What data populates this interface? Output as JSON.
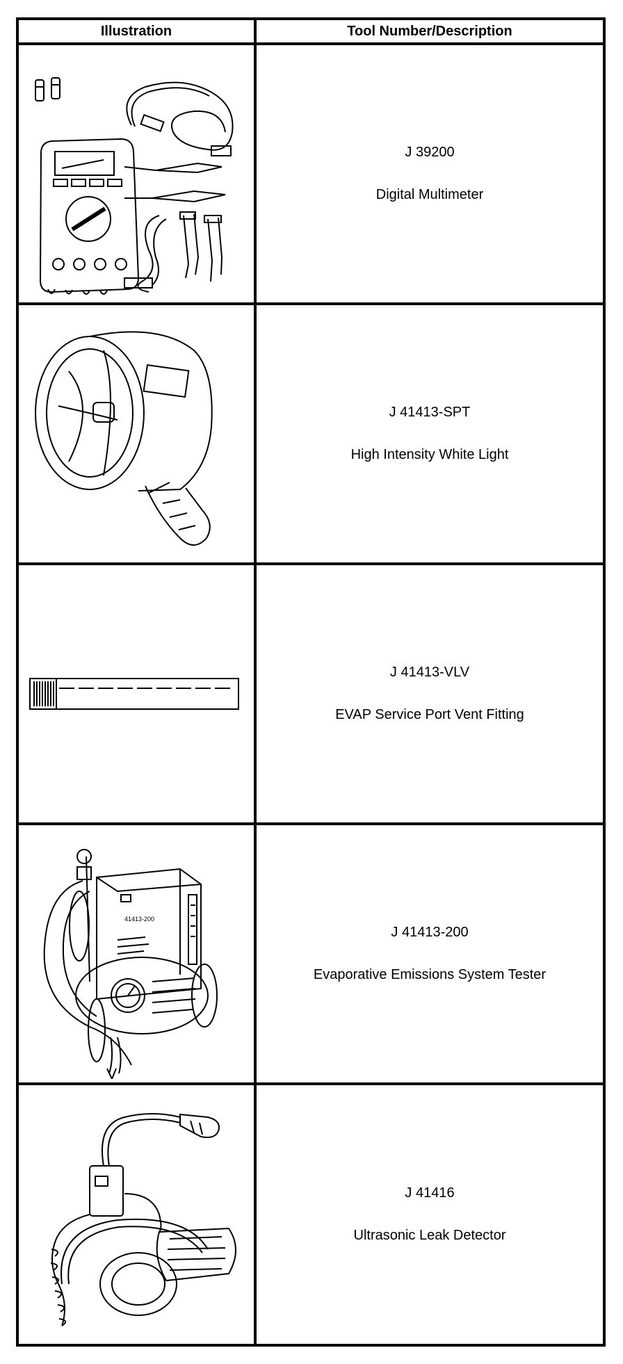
{
  "header": {
    "illustration": "Illustration",
    "tool": "Tool Number/Description"
  },
  "tools": [
    {
      "number": "J 39200",
      "description": "Digital Multimeter",
      "icon": "digital-multimeter-illustration"
    },
    {
      "number": "J 41413-SPT",
      "description": "High Intensity White Light",
      "icon": "spotlight-illustration"
    },
    {
      "number": "J 41413-VLV",
      "description": "EVAP Service Port Vent Fitting",
      "icon": "vent-fitting-illustration"
    },
    {
      "number": "J 41413-200",
      "description": "Evaporative Emissions System Tester",
      "icon": "emissions-tester-illustration"
    },
    {
      "number": "J 41416",
      "description": "Ultrasonic Leak Detector",
      "icon": "leak-detector-illustration"
    }
  ],
  "tester_label": "41413-200"
}
